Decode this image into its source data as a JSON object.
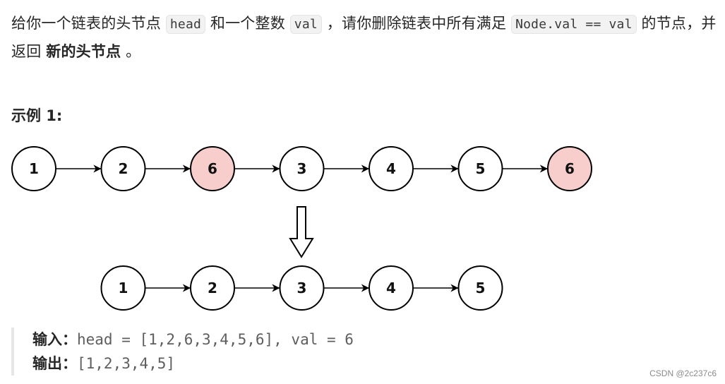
{
  "description": {
    "part1": "给你一个链表的头节点 ",
    "code1": "head",
    "part2": " 和一个整数 ",
    "code2": "val",
    "part3": " ，请你删除链表中所有满足 ",
    "code3": "Node.val == val",
    "part4": " 的节点，并返回 ",
    "bold": "新的头节点",
    "part5": " 。"
  },
  "example": {
    "title": "示例 1:",
    "input_label": "输入：",
    "input_value": "head = [1,2,6,3,4,5,6], val = 6",
    "output_label": "输出：",
    "output_value": "[1,2,3,4,5]"
  },
  "diagram": {
    "before": [
      {
        "value": "1",
        "removed": false
      },
      {
        "value": "2",
        "removed": false
      },
      {
        "value": "6",
        "removed": true
      },
      {
        "value": "3",
        "removed": false
      },
      {
        "value": "4",
        "removed": false
      },
      {
        "value": "5",
        "removed": false
      },
      {
        "value": "6",
        "removed": true
      }
    ],
    "after": [
      "1",
      "2",
      "3",
      "4",
      "5"
    ],
    "colors": {
      "removed_fill": "#f8cecc",
      "normal_fill": "#ffffff",
      "stroke": "#000000"
    }
  },
  "watermark": "CSDN @2c237c6"
}
